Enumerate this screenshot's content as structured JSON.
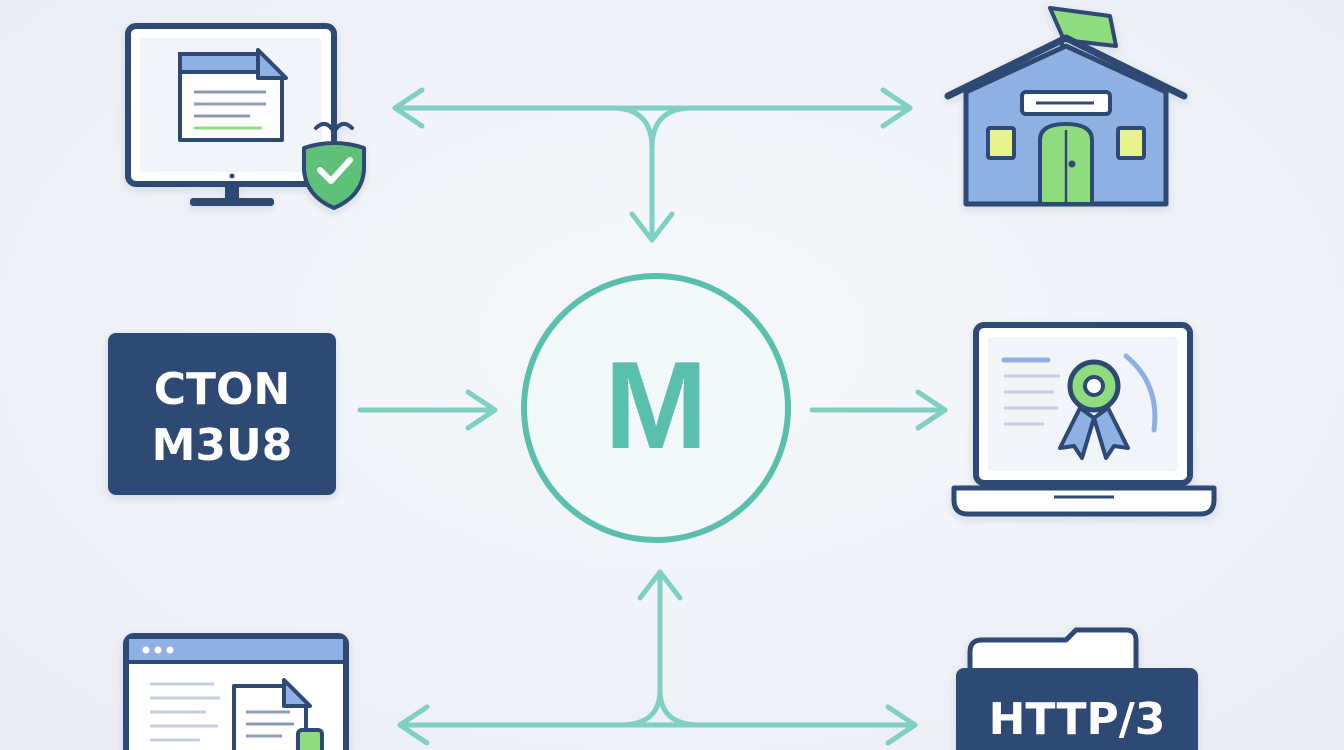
{
  "diagram": {
    "center_node": {
      "letter": "M"
    },
    "nodes": [
      {
        "id": "secure-desktop",
        "icon": "secure-monitor-icon"
      },
      {
        "id": "home",
        "icon": "house-icon"
      },
      {
        "id": "format-box",
        "lines": [
          "CTON",
          "M3U8"
        ]
      },
      {
        "id": "laptop",
        "icon": "laptop-certificate-icon"
      },
      {
        "id": "browser-document",
        "icon": "browser-document-icon"
      },
      {
        "id": "protocol-folder",
        "label": "HTTP/3"
      }
    ],
    "colors": {
      "connector": "#7fd0c3",
      "center_ring": "#5bbfae",
      "navy": "#2f4a73",
      "blue_fill": "#8fb0e3",
      "green_accent": "#8fdc7e",
      "shield_green": "#5fc07a",
      "screen_fill": "#f1f4f9",
      "background": "#eef2f7"
    }
  }
}
